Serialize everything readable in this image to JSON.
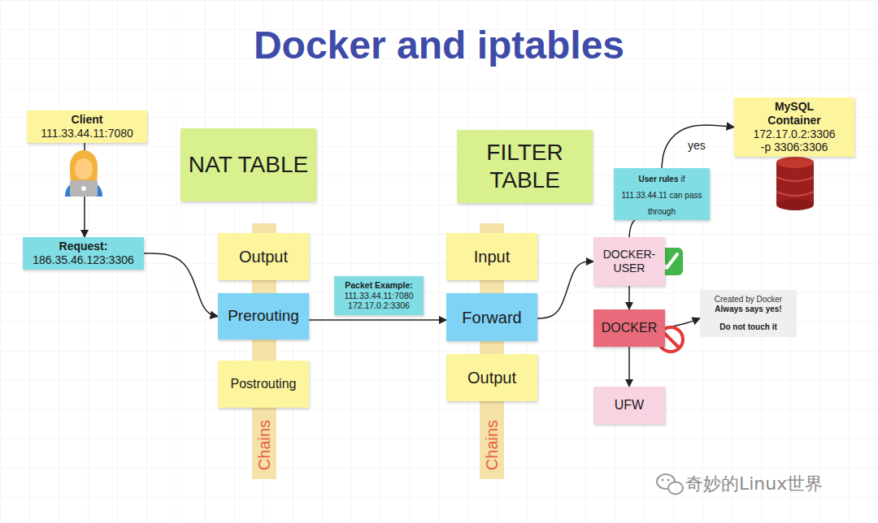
{
  "diagram": {
    "title": "Docker and iptables",
    "nodes": [
      {
        "text": [
          "Client",
          "111.33.44.11:7080"
        ]
      },
      {
        "text": [
          "Request:",
          "186.35.46.123:3306"
        ]
      },
      {
        "text": [
          "NAT TABLE"
        ]
      },
      {
        "text": [
          "Output"
        ]
      },
      {
        "text": [
          "Prerouting"
        ]
      },
      {
        "text": [
          "Postrouting"
        ]
      },
      {
        "text": [
          "Packet Example:",
          "111.33.44.11:7080 172.17.0.2:3306"
        ]
      },
      {
        "text": [
          "FILTER TABLE"
        ]
      },
      {
        "text": [
          "Input"
        ]
      },
      {
        "text": [
          "Forward"
        ]
      },
      {
        "text": [
          "Output"
        ]
      },
      {
        "text": [
          "DOCKER-USER"
        ]
      },
      {
        "text": [
          "DOCKER"
        ]
      },
      {
        "text": [
          "UFW"
        ]
      },
      {
        "text": [
          "User rules",
          "if 111.33.44.11 can pass through"
        ]
      },
      {
        "text": [
          "MySQL Container",
          "172.17.0.2:3306 -p 3306:3306"
        ]
      },
      {
        "text": [
          "Created by Docker",
          "Always says yes!",
          "Do not touch it"
        ]
      }
    ],
    "edges": [
      {
        "from": 0,
        "to": 1,
        "arrow": "to"
      },
      {
        "from": 1,
        "to": 4,
        "arrow": "to"
      },
      {
        "from": 4,
        "to": 9,
        "arrow": "to"
      },
      {
        "from": 9,
        "to": 11,
        "arrow": "to"
      },
      {
        "from": 11,
        "to": 14,
        "arrow": "to"
      },
      {
        "from": 14,
        "to": 15,
        "label": "yes",
        "arrow": "to"
      },
      {
        "from": 11,
        "to": 12,
        "arrow": "to"
      },
      {
        "from": 12,
        "to": 16,
        "arrow": "to"
      },
      {
        "from": 12,
        "to": 13,
        "arrow": "to"
      }
    ],
    "labels": [
      "Chains",
      "Chains",
      "奇妙的Linux世界"
    ]
  }
}
